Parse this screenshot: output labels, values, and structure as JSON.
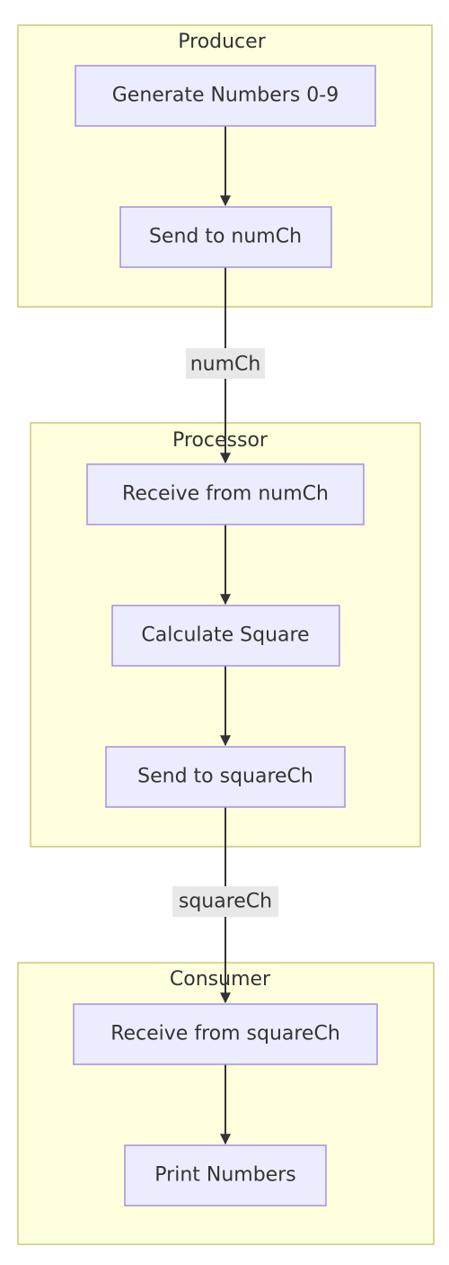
{
  "subgraphs": {
    "producer": {
      "title": "Producer"
    },
    "processor": {
      "title": "Processor"
    },
    "consumer": {
      "title": "Consumer"
    }
  },
  "nodes": {
    "generate": "Generate Numbers 0-9",
    "send_num": "Send to numCh",
    "receive_num": "Receive from numCh",
    "calculate": "Calculate Square",
    "send_square": "Send to squareCh",
    "receive_square": "Receive from squareCh",
    "print": "Print Numbers"
  },
  "edge_labels": {
    "num_channel": "numCh",
    "square_channel": "squareCh"
  },
  "colors": {
    "subgraph_fill": "#ffffde",
    "subgraph_stroke": "#c9c97a",
    "node_fill": "#ececff",
    "node_stroke": "#a58fe0",
    "edge": "#333333",
    "edge_label_bg": "#e8e8e8"
  }
}
